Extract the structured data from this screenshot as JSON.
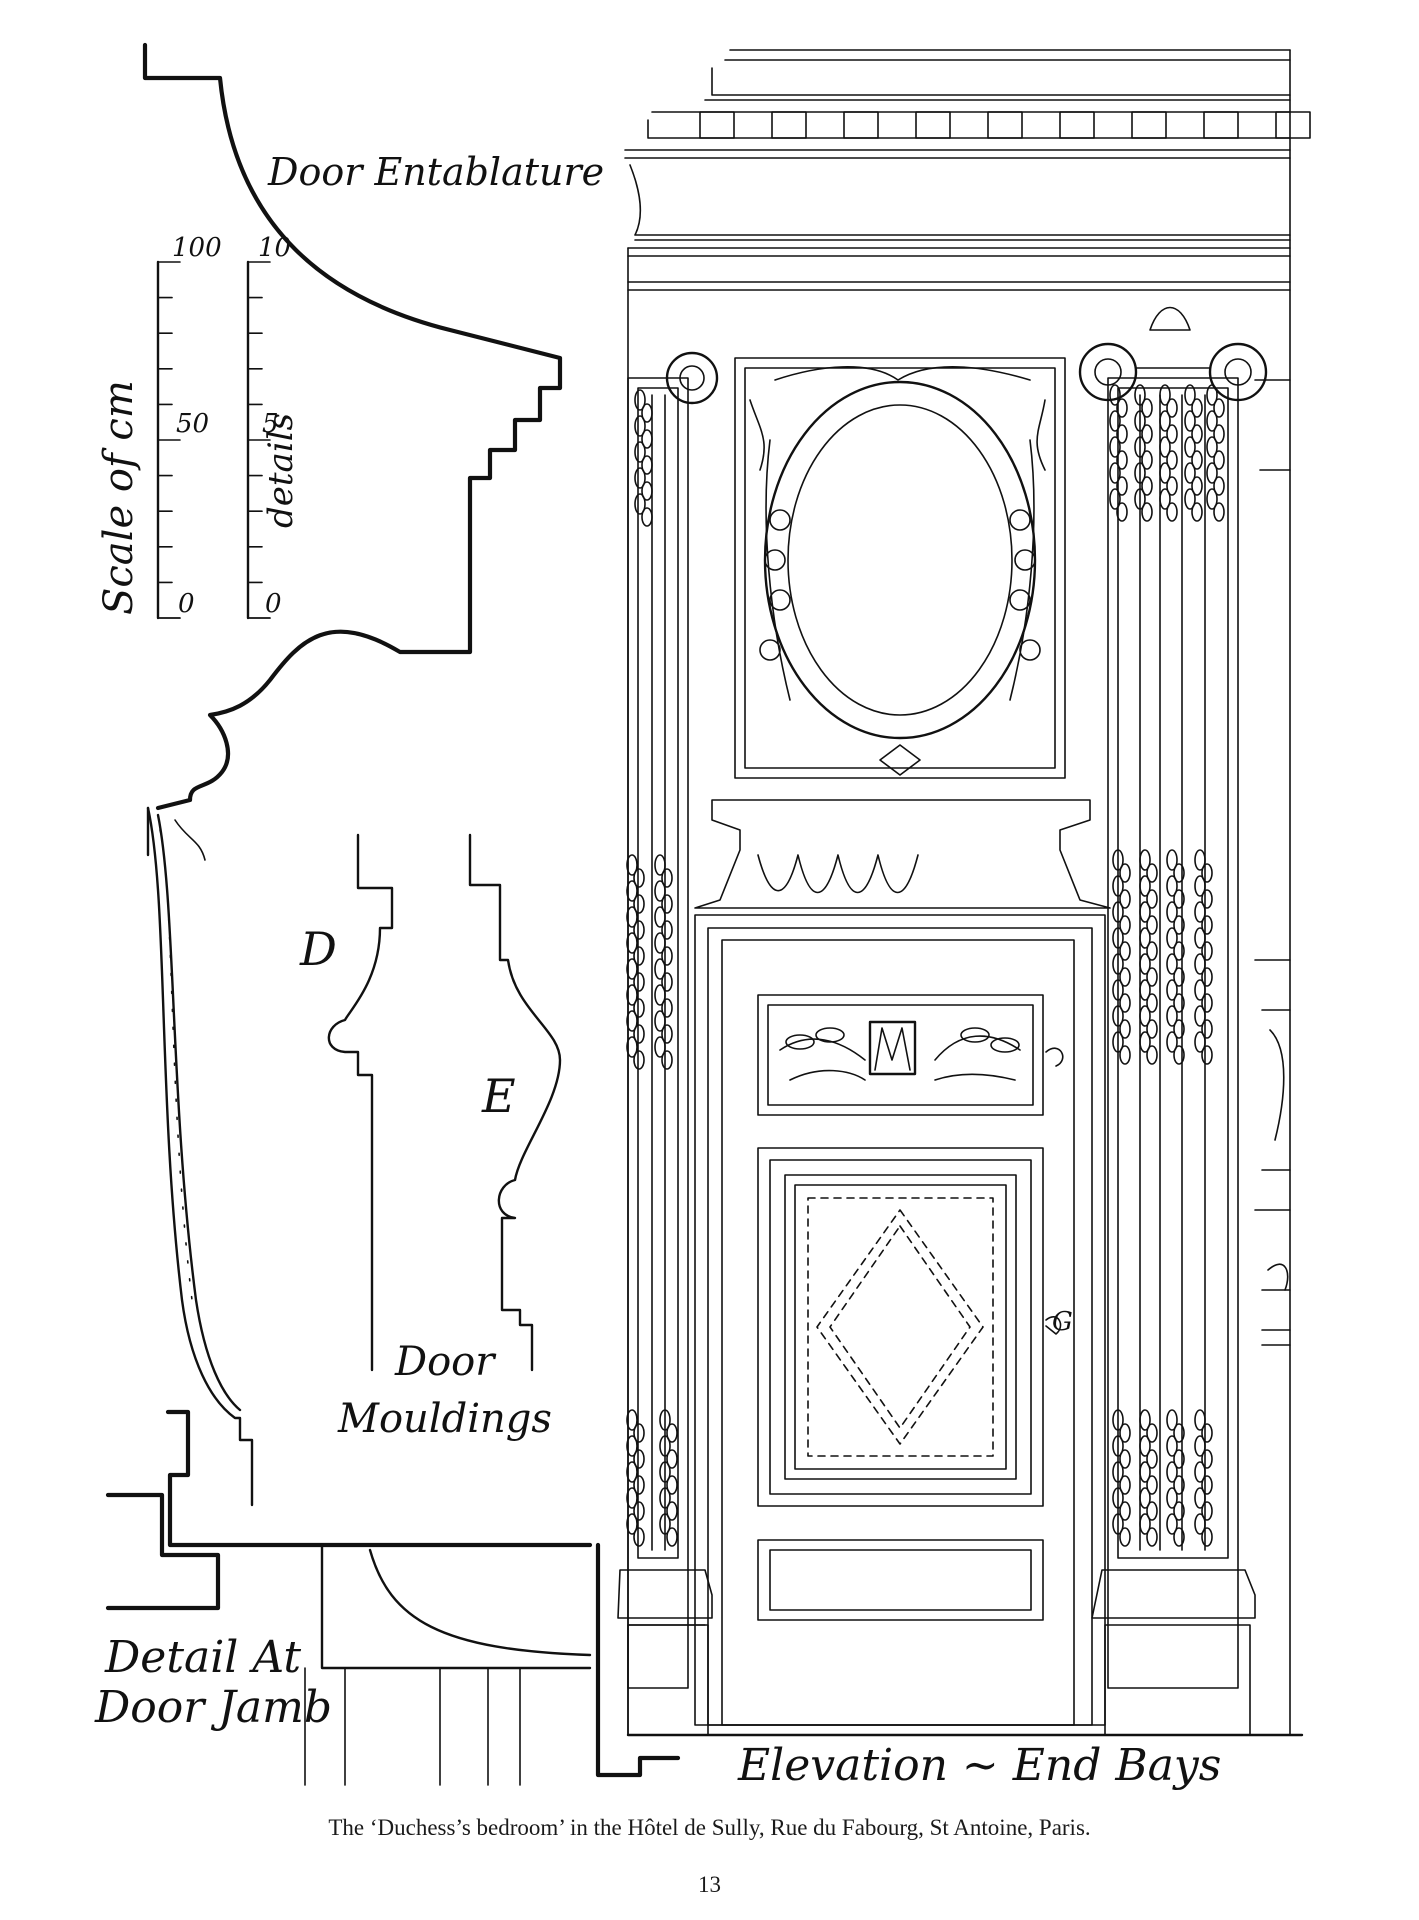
{
  "labels": {
    "door_entablature": "Door Entablature",
    "scales_of_cm": "Scale of cm",
    "details": "details",
    "scale_a_top": "100",
    "scale_a_mid": "50",
    "scale_a_bottom": "0",
    "scale_b_top": "10",
    "scale_b_mid": "5",
    "scale_b_bottom": "0",
    "moulding_d": "D",
    "moulding_e": "E",
    "door_mouldings_1": "Door",
    "door_mouldings_2": "Mouldings",
    "detail_at_1": "Detail At",
    "detail_at_2": "Door Jamb",
    "elevation": "Elevation ~ End Bays",
    "hardware_mark": "G"
  },
  "caption": "The ‘Duchess’s bedroom’ in the Hôtel de Sully, Rue du Fabourg, St Antoine, Paris.",
  "page_number": "13"
}
